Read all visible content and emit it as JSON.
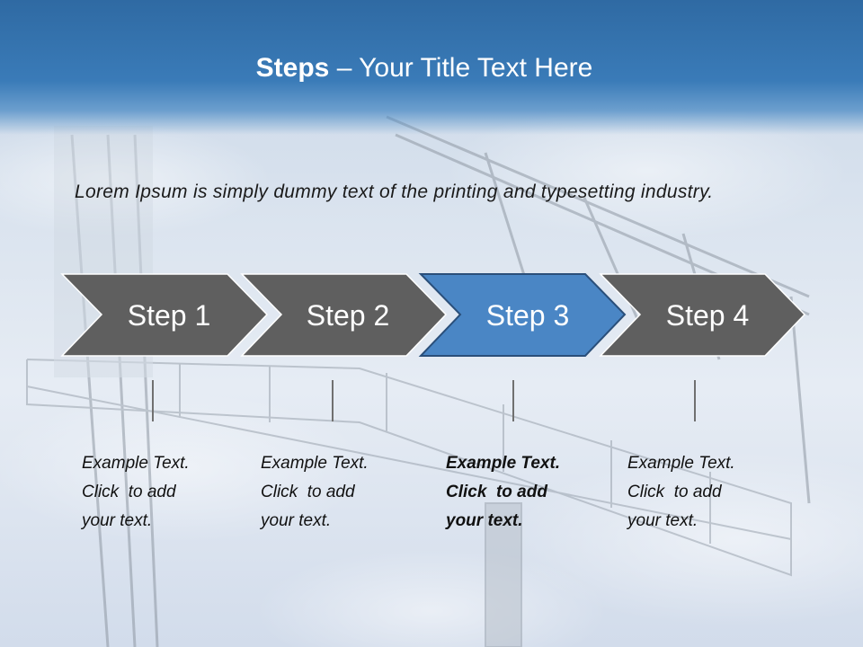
{
  "title": {
    "bold_part": "Steps",
    "rest": " – Your Title Text Here"
  },
  "intro": "Lorem Ipsum is simply dummy text of the printing and typesetting industry.",
  "colors": {
    "title_band": "#3a7bb8",
    "step_gray": "#5f5f5f",
    "step_active": "#4a86c5"
  },
  "steps": [
    {
      "label": "Step 1",
      "active": false,
      "lines": [
        "Example Text.",
        "Click  to add",
        "your text."
      ]
    },
    {
      "label": "Step 2",
      "active": false,
      "lines": [
        "Example Text.",
        "Click  to add",
        "your text."
      ]
    },
    {
      "label": "Step 3",
      "active": true,
      "lines": [
        "Example Text.",
        "Click  to add",
        "your text."
      ]
    },
    {
      "label": "Step 4",
      "active": false,
      "lines": [
        "Example Text.",
        "Click  to add",
        "your text."
      ]
    }
  ]
}
